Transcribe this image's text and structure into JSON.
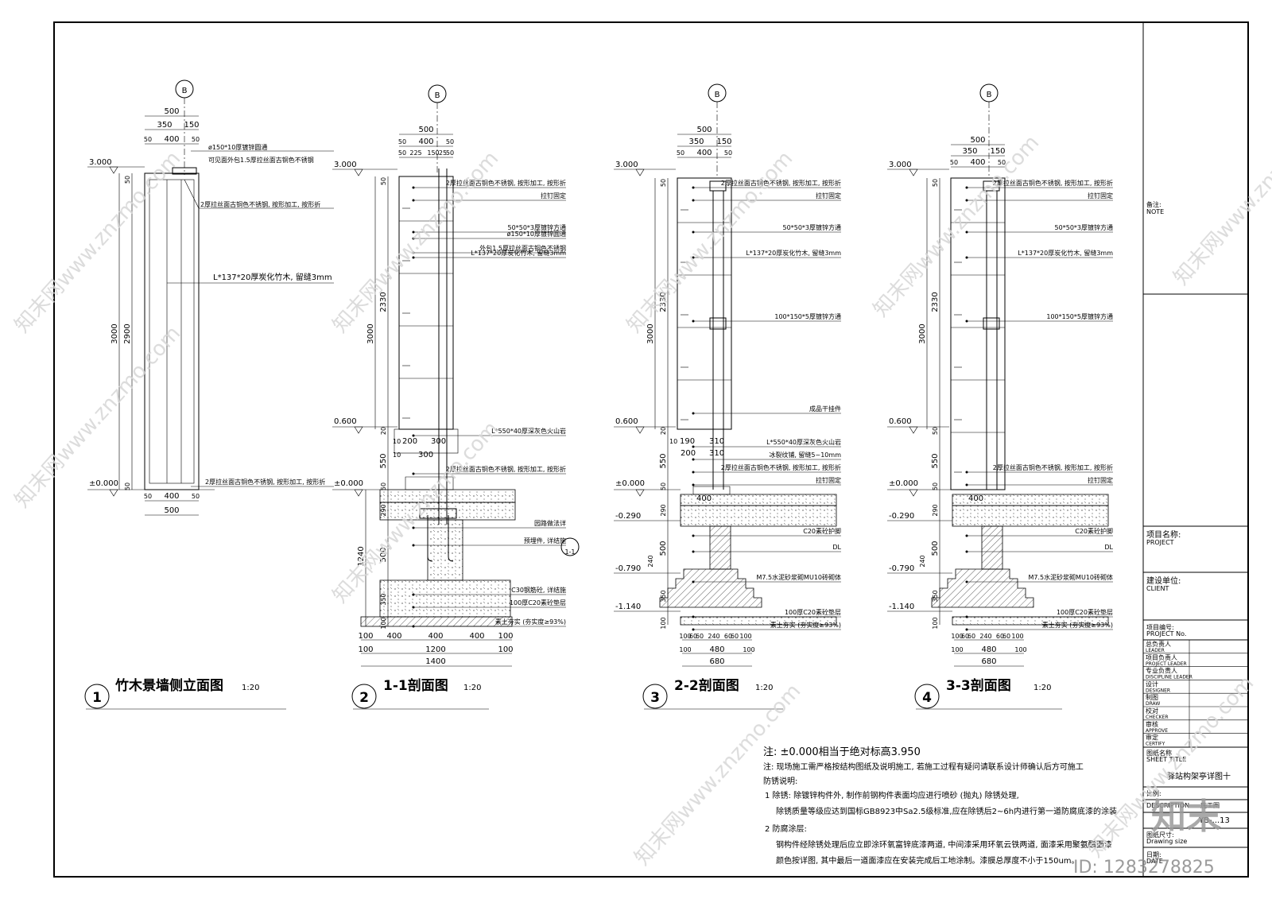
{
  "drawings": [
    {
      "id": "1",
      "title": "竹木景墙侧立面图",
      "scale": "1:20",
      "grid": "B",
      "top_dims": [
        "500",
        "350",
        "150",
        "50",
        "400",
        "50"
      ],
      "side_dims": [
        "50",
        "2900",
        "3000",
        "50"
      ],
      "bottom_dims": [
        "50",
        "400",
        "50",
        "500"
      ],
      "levels": [
        "3.000",
        "±0.000"
      ],
      "notes": [
        "ø150*10厚镀锌圆通",
        "可见面外包1.5厚拉丝面古铜色不锈钢",
        "2厚拉丝面古铜色不锈钢, 按形加工, 按形折",
        "L*137*20厚炭化竹木, 留缝3mm",
        "2厚拉丝面古铜色不锈钢, 按形加工, 按形折"
      ]
    },
    {
      "id": "2",
      "title": "1-1剖面图",
      "scale": "1:20",
      "grid": "B",
      "top_dims": [
        "500",
        "50",
        "400",
        "50",
        "50",
        "225",
        "150",
        "25",
        "50"
      ],
      "side_dims": [
        "50",
        "2330",
        "3000",
        "20",
        "550",
        "50",
        "290",
        "1240",
        "500",
        "350",
        "100"
      ],
      "bottom_dims": [
        "100",
        "400",
        "400",
        "400",
        "100",
        "100",
        "1200",
        "100",
        "1400"
      ],
      "inner_dims": [
        "10",
        "200",
        "300",
        "10",
        "300"
      ],
      "levels": [
        "3.000",
        "0.600",
        "±0.000"
      ],
      "notes": [
        "2厚拉丝面古铜色不锈钢, 按形加工, 按形折",
        "拉钉固定",
        "50*50*3厚镀锌方通",
        "ø150*10厚镀锌圆通",
        "外包1.5厚拉丝面古铜色不锈钢",
        "L*137*20厚炭化竹木, 留缝3mm",
        "L*550*40厚深灰色火山岩",
        "2厚拉丝面古铜色不锈钢, 按形加工, 按形折",
        "园路做法详",
        "预埋件, 详结施",
        "C30钢筋砼, 详结施",
        "100厚C20素砼垫层",
        "素土夯实 (夯实度≥93%)"
      ],
      "callout": "1-1"
    },
    {
      "id": "3",
      "title": "2-2剖面图",
      "scale": "1:20",
      "grid": "B",
      "top_dims": [
        "500",
        "350",
        "150",
        "50",
        "400",
        "50"
      ],
      "side_dims": [
        "50",
        "2330",
        "3000",
        "20",
        "550",
        "50",
        "290",
        "240",
        "500",
        "350",
        "100"
      ],
      "bottom_dims": [
        "100",
        "60",
        "60",
        "240",
        "60",
        "60",
        "100",
        "100",
        "480",
        "100",
        "680"
      ],
      "inner_dims": [
        "10",
        "190",
        "310",
        "200",
        "310",
        "400"
      ],
      "levels": [
        "3.000",
        "0.600",
        "±0.000",
        "-0.290",
        "-0.790",
        "-1.140"
      ],
      "notes": [
        "2厚拉丝面古铜色不锈钢, 按形加工, 按形折",
        "拉钉固定",
        "50*50*3厚镀锌方通",
        "L*137*20厚炭化竹木, 留缝3mm",
        "100*150*5厚镀锌方通",
        "成品干挂件",
        "L*550*40厚深灰色火山岩",
        "冰裂纹铺, 留缝5~10mm",
        "2厚拉丝面古铜色不锈钢, 按形加工, 按形折",
        "拉钉固定",
        "C20素砼护脚",
        "DL",
        "M7.5水泥砂浆砌MU10砖砌体",
        "100厚C20素砼垫层",
        "素土夯实 (夯实度≥93%)"
      ]
    },
    {
      "id": "4",
      "title": "3-3剖面图",
      "scale": "1:20",
      "grid": "B",
      "top_dims": [
        "500",
        "350",
        "150",
        "50",
        "400",
        "50"
      ],
      "side_dims": [
        "50",
        "2330",
        "3000",
        "50",
        "550",
        "50",
        "290",
        "240",
        "500",
        "350",
        "100"
      ],
      "bottom_dims": [
        "100",
        "60",
        "60",
        "240",
        "60",
        "60",
        "100",
        "100",
        "480",
        "100",
        "680"
      ],
      "inner_dims": [
        "400"
      ],
      "levels": [
        "3.000",
        "0.600",
        "±0.000",
        "-0.290",
        "-0.790",
        "-1.140"
      ],
      "notes": [
        "2厚拉丝面古铜色不锈钢, 按形加工, 按形折",
        "拉钉固定",
        "50*50*3厚镀锌方通",
        "L*137*20厚炭化竹木, 留缝3mm",
        "100*150*5厚镀锌方通",
        "2厚拉丝面古铜色不锈钢, 按形加工, 按形折",
        "拉钉固定",
        "C20素砼护脚",
        "DL",
        "M7.5水泥砂浆砌MU10砖砌体",
        "100厚C20素砼垫层",
        "素土夯实 (夯实度≥93%)"
      ]
    }
  ],
  "general_notes": [
    "注: ±0.000相当于绝对标高3.950",
    "注: 现场施工需严格按结构图纸及说明施工, 若施工过程有疑问请联系设计师确认后方可施工",
    "防锈说明:",
    "1  除锈: 除镀锌构件外, 制作前钢构件表面均应进行喷砂 (抛丸) 除锈处理,",
    "除锈质量等级应达到国标GB8923中Sa2.5级标准,应在除锈后2~6h内进行第一道防腐底漆的涂装",
    "2  防腐涂层:",
    "钢构件经除锈处理后应立即涂环氧富锌底漆两道, 中间漆采用环氧云铁两道, 面漆采用聚氨酯面漆",
    "颜色按详图, 其中最后一道面漆应在安装完成后工地涂制。漆膜总厚度不小于150um。"
  ],
  "title_block": {
    "note_cn": "备注:",
    "note_en": "NOTE",
    "project_cn": "项目名称:",
    "project_en": "PROJECT",
    "client_cn": "建设单位:",
    "client_en": "CLIENT",
    "project_no_cn": "项目编号:",
    "project_no_en": "PROJECT No.",
    "roles": [
      {
        "cn": "总负责人",
        "en": "LEADER"
      },
      {
        "cn": "项目负责人",
        "en": "PROJECT LEADER"
      },
      {
        "cn": "专业负责人",
        "en": "DISCIPLINE LEADER"
      },
      {
        "cn": "设计",
        "en": "DESIGNER"
      },
      {
        "cn": "制图",
        "en": "DRAW"
      },
      {
        "cn": "校对",
        "en": "CHECKER"
      },
      {
        "cn": "审核",
        "en": "APPROVE"
      },
      {
        "cn": "审定",
        "en": "CERTIFY"
      }
    ],
    "sheet_title_cn": "图纸名称",
    "sheet_title_en": "SHEET TITLE",
    "sheet_title": "驿站构架亭详图十",
    "scale_cn": "比例:",
    "description_en": "DESCRIPTION",
    "stage": "施工图",
    "sheet_no": "YB-...13",
    "size_cn": "图纸尺寸:",
    "size_en": "Drawing size",
    "date_cn": "日期:",
    "date_en": "DATE"
  },
  "watermark": {
    "text": "知末网www.znzmo.com",
    "logo": "知末",
    "id": "ID: 1283278825"
  }
}
